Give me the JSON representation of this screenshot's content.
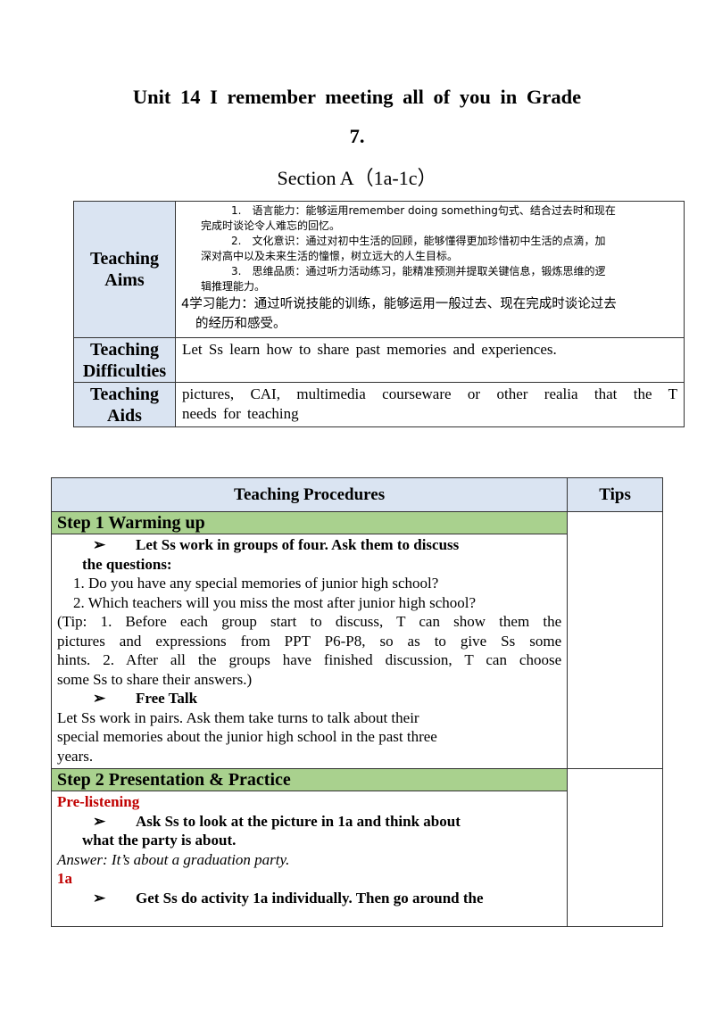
{
  "title": {
    "line1": "Unit 14 I remember meeting all of you in Grade",
    "line2": "7.",
    "section": "Section A（1a-1c）"
  },
  "info_table": {
    "aims_label": "Teaching Aims",
    "aims": [
      "1.　语言能力：能够运用remember doing something句式、结合过去时和现在",
      "完成时谈论令人难忘的回忆。",
      "2.　文化意识：通过对初中生活的回顾，能够懂得更加珍惜初中生活的点滴，加",
      "深对高中以及未来生活的憧憬，树立远大的人生目标。",
      "3.　思维品质：通过听力活动练习，能精准预测并提取关键信息，锻炼思维的逻",
      "辑推理能力。",
      "4学习能力：通过听说技能的训练，能够运用一般过去、现在完成时谈论过去",
      "的经历和感受。"
    ],
    "difficulties_label": "Teaching Difficulties",
    "difficulties": "Let Ss learn how to share past memories and experiences.",
    "aids_label": "Teaching Aids",
    "aids_line1": "pictures, CAI, multimedia courseware or other realia that the T",
    "aids_line2": "needs for teaching"
  },
  "procedures": {
    "header": "Teaching Procedures",
    "tips_header": "Tips",
    "bullet": "➢",
    "step1": {
      "title": "Step 1  Warming up",
      "b1_line1": "Let Ss work in groups of four. Ask them to discuss",
      "b1_line2": "the questions:",
      "q1": "1.  Do you have any special memories of junior high school?",
      "q2": "2.  Which teachers will you miss the most after junior high school?",
      "tip1": "(Tip: 1. Before each group start to discuss, T can show them the",
      "tip2": "pictures and expressions from PPT P6-P8, so as to give Ss some",
      "tip3": "hints. 2. After all the groups have finished discussion, T can choose",
      "tip4": "some Ss to share their answers.)",
      "b2": "Free  Talk",
      "ft1": "Let Ss work in pairs. Ask them take turns to talk about their",
      "ft2": "special memories about the junior high school in the past three",
      "ft3": "years."
    },
    "step2": {
      "title": "Step 2  Presentation & Practice",
      "pre": "Pre-listening",
      "b1_line1": "Ask Ss to look at the picture in 1a and think about",
      "b1_line2": "what the party is about.",
      "answer": "Answer:  It’s about a graduation party.",
      "label_1a": "1a",
      "b2": "Get Ss do activity 1a individually. Then go around the"
    }
  }
}
